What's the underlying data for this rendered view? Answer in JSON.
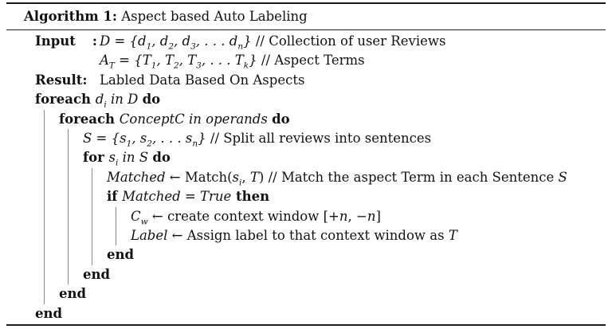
{
  "page": {
    "background_color": "#ffffff",
    "text_color": "#111111",
    "rule_color": "#1a1a1a",
    "indent_rule_color": "#8a8a8a"
  },
  "caption": {
    "label": "Algorithm 1:",
    "title": " Aspect based Auto Labeling"
  },
  "io": {
    "input_label": "Input",
    "input_colon": ":",
    "input_expr": {
      "m1": "D = {d",
      "s1": "1",
      "m2": ", d",
      "s2": "2",
      "m3": ", d",
      "s3": "3",
      "m4": ", . . . d",
      "s4": "n",
      "m5": "}"
    },
    "input_comment": " // Collection of user Reviews",
    "aspect_expr": {
      "m1": "A",
      "s1": "T",
      "m2": " = {T",
      "s2": "1",
      "m3": ", T",
      "s3": "2",
      "m4": ", T",
      "s4": "3",
      "m5": ", . . . T",
      "s5": "k",
      "m6": "}"
    },
    "aspect_comment": " // Aspect Terms",
    "result_label": "Result:",
    "result_text": "Labled Data Based On Aspects"
  },
  "body": {
    "foreach_outer": {
      "kw1": "foreach ",
      "v1": "d",
      "sub1": "i",
      "v2": " in D ",
      "kw2": "do"
    },
    "foreach_inner": {
      "kw1": "foreach ",
      "v1": "ConceptC in operands ",
      "kw2": "do"
    },
    "split_line": {
      "m1": "S = {s",
      "s1": "1",
      "m2": ", s",
      "s2": "2",
      "m3": ", . . . s",
      "s3": "n",
      "m4": "}",
      "comment": " // Split all reviews into sentences"
    },
    "for_line": {
      "kw1": "for ",
      "v1": "s",
      "sub1": "i",
      "v2": " in S ",
      "kw2": "do"
    },
    "match_line": {
      "v1": "Matched",
      "r1": " ← Match(",
      "v2": "s",
      "sub1": "i",
      "r2": ", ",
      "v3": "T",
      "r3": ") ",
      "comment": "// Match the aspect Term in each Sentence ",
      "v4": "S"
    },
    "if_line": {
      "kw1": "if ",
      "v1": "Matched",
      "r1": " = ",
      "v2": "True",
      "kw2": " then"
    },
    "cw_line": {
      "v1": "C",
      "sub1": "w",
      "r1": " ← create context window [+",
      "v2": "n",
      "r2": ", −",
      "v3": "n",
      "r3": "]"
    },
    "label_line": {
      "v1": "Label",
      "r1": " ← Assign label to that context window as ",
      "v2": "T"
    },
    "end_keyword": "end"
  }
}
